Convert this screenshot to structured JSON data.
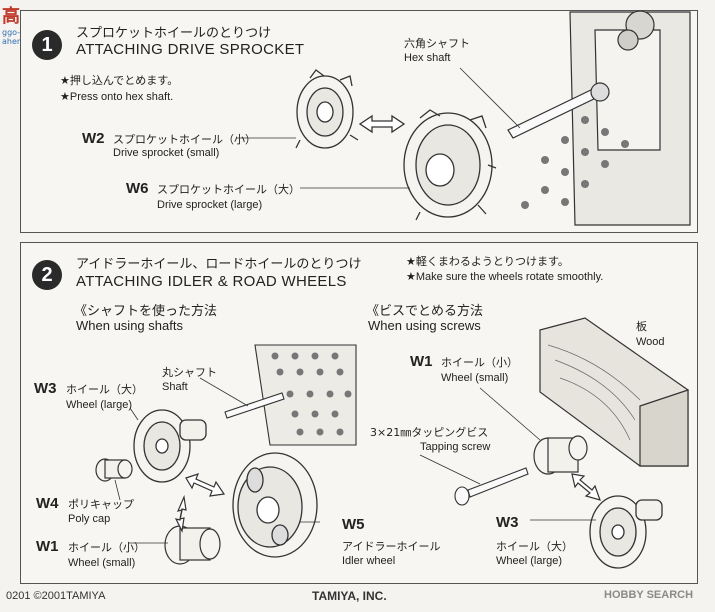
{
  "watermark": {
    "logo_text": "高",
    "site": "ggo-ahem.com"
  },
  "step1": {
    "number": "1",
    "title_jp": "スプロケットホイールのとりつけ",
    "title_en": "ATTACHING DRIVE SPROCKET",
    "note_jp": "★押し込んでとめます。",
    "note_en": "★Press onto hex shaft.",
    "hex_shaft_jp": "六角シャフト",
    "hex_shaft_en": "Hex shaft",
    "w2_code": "W2",
    "w2_jp": "スプロケットホイール（小）",
    "w2_en": "Drive sprocket (small)",
    "w6_code": "W6",
    "w6_jp": "スプロケットホイール（大）",
    "w6_en": "Drive sprocket (large)"
  },
  "step2": {
    "number": "2",
    "title_jp": "アイドラーホイール、ロードホイールのとりつけ",
    "title_en": "ATTACHING IDLER & ROAD WHEELS",
    "note_jp": "★軽くまわるようとりつけます。",
    "note_en": "★Make sure the wheels rotate smoothly.",
    "shafts_jp": "《シャフトを使った方法",
    "shafts_en": "When using shafts",
    "screws_jp": "《ビスでとめる方法",
    "screws_en": "When using screws",
    "shaft_jp": "丸シャフト",
    "shaft_en": "Shaft",
    "w3_code": "W3",
    "w3_jp": "ホイール（大）",
    "w3_en": "Wheel (large)",
    "w4_code": "W4",
    "w4_jp": "ポリキャップ",
    "w4_en": "Poly cap",
    "w1_code": "W1",
    "w1_jp": "ホイール（小）",
    "w1_en": "Wheel (small)",
    "w5_code": "W5",
    "w5_jp": "アイドラーホイール",
    "w5_en": "Idler wheel",
    "wood_jp": "板",
    "wood_en": "Wood",
    "screw_jp": "3×21㎜タッピングビス",
    "screw_en": "Tapping screw",
    "w1b_code": "W1",
    "w1b_jp": "ホイール（小）",
    "w1b_en": "Wheel (small)",
    "w3b_code": "W3",
    "w3b_jp": "ホイール（大）",
    "w3b_en": "Wheel (large)"
  },
  "footer": {
    "left": "0201 ©2001TAMIYA",
    "center": "TAMIYA, INC.",
    "right": "HOBBY SEARCH"
  }
}
